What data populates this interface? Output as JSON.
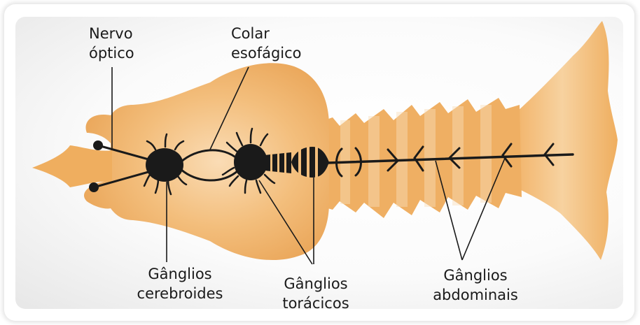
{
  "colors": {
    "body_fill": "#efae5f",
    "body_light": "#f8ddb6",
    "body_edge": "#e3a050",
    "nerve": "#1a1a1a",
    "ganglion": "#1a1a1a",
    "panel_background": "#f4f4f4"
  },
  "labels": {
    "optic_nerve": {
      "line1": "Nervo",
      "line2": "óptico"
    },
    "esophageal_collar": {
      "line1": "Colar",
      "line2": "esofágico"
    },
    "cerebral_ganglia": {
      "line1": "Gânglios",
      "line2": "cerebroides"
    },
    "thoracic_ganglia": {
      "line1": "Gânglios",
      "line2": "torácicos"
    },
    "abdominal_ganglia": {
      "line1": "Gânglios",
      "line2": "abdominais"
    }
  }
}
